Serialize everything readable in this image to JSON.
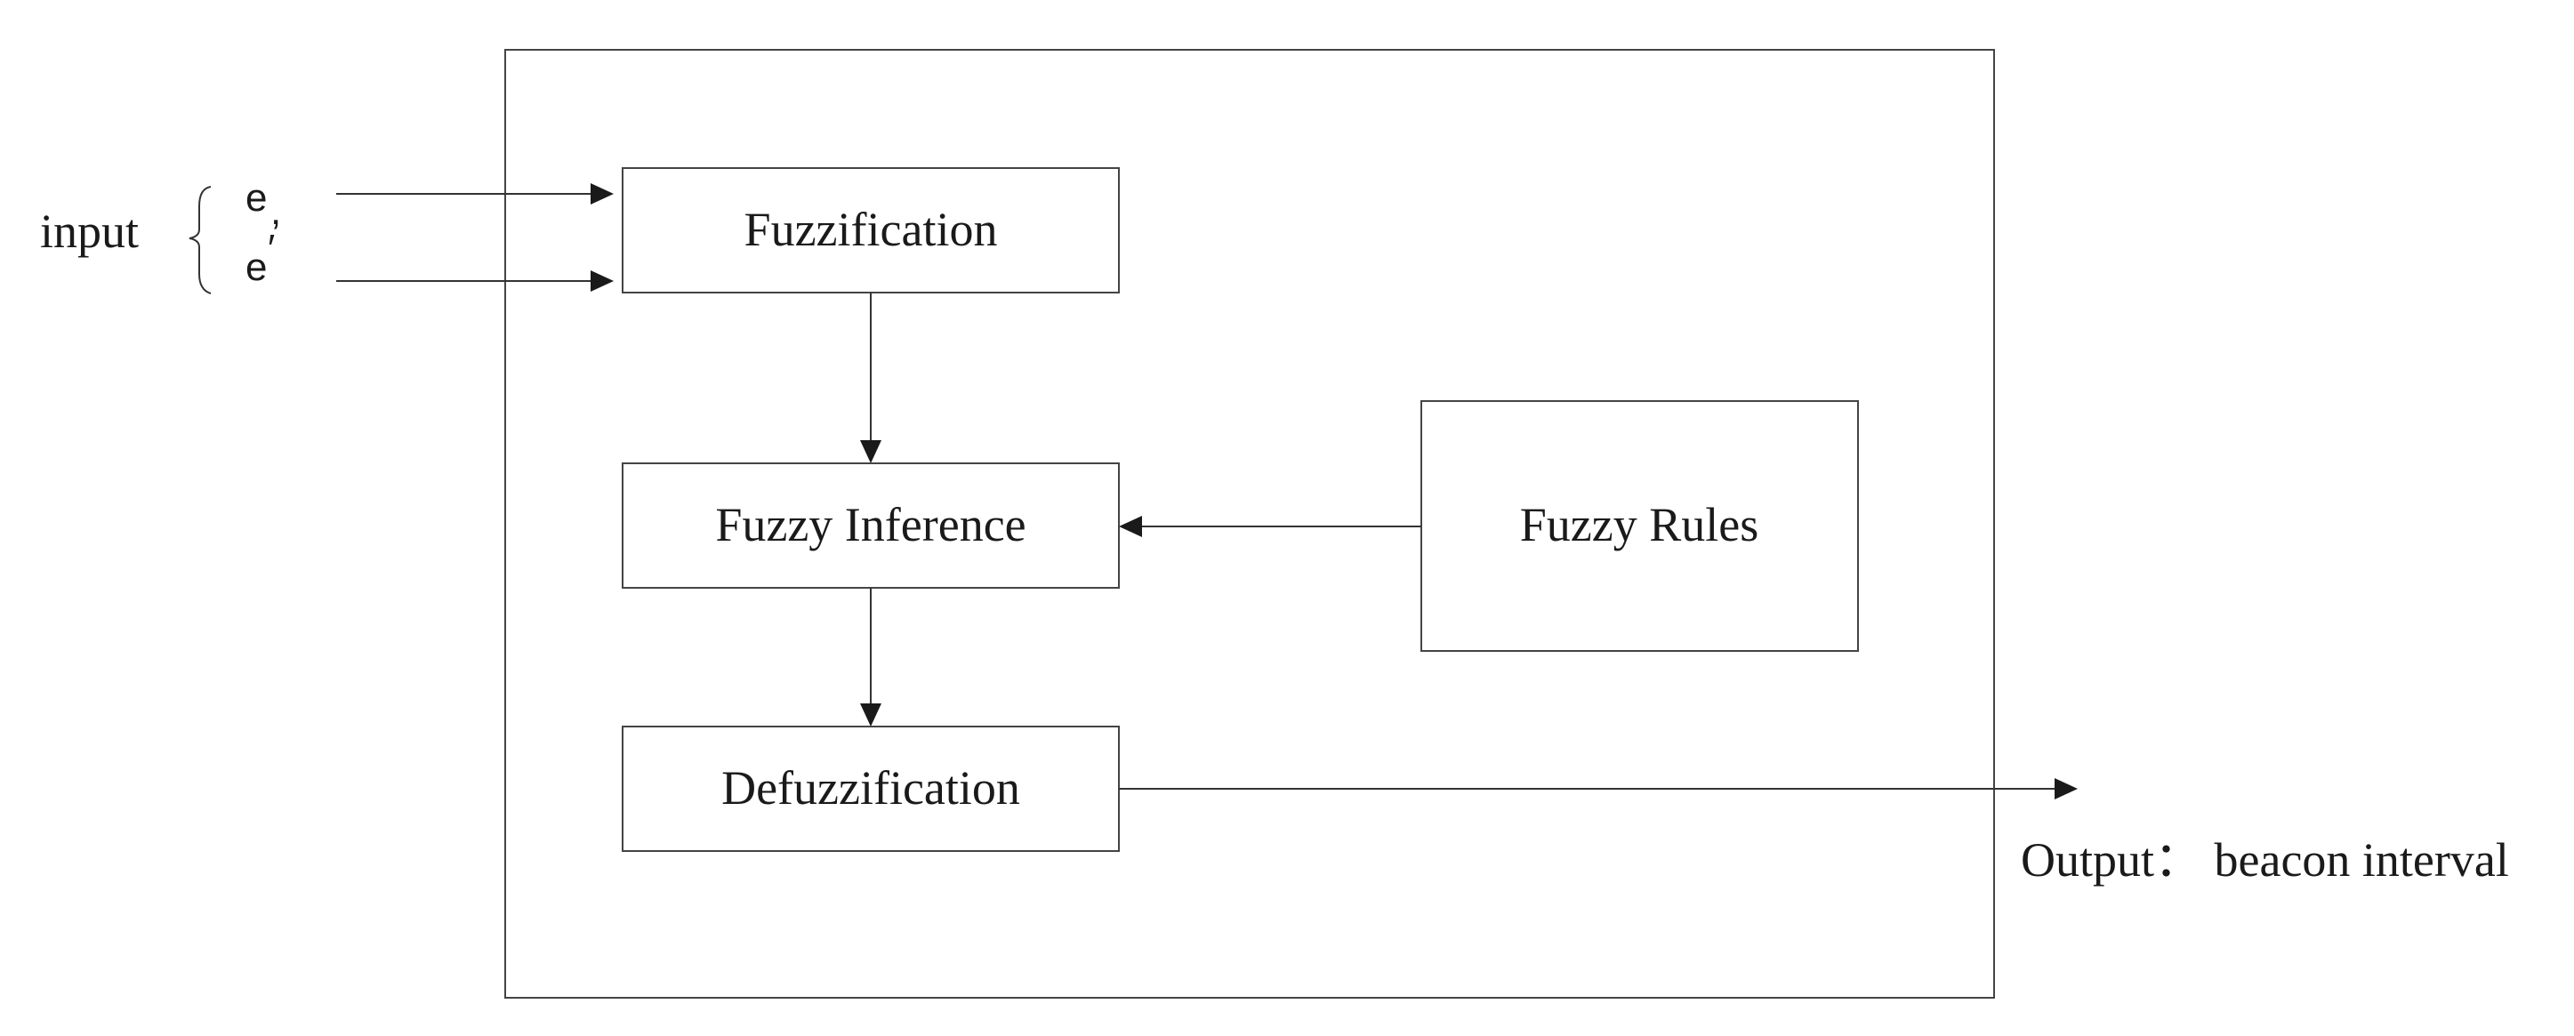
{
  "diagram": {
    "input_label": "input",
    "input_variables": [
      "e",
      "e"
    ],
    "input_variable_marks": [
      ",",
      "′"
    ],
    "blocks": {
      "fuzzification": "Fuzzification",
      "fuzzy_inference": "Fuzzy Inference",
      "fuzzy_rules": "Fuzzy Rules",
      "defuzzification": "Defuzzification"
    },
    "output_label": "Output： beacon interval"
  }
}
